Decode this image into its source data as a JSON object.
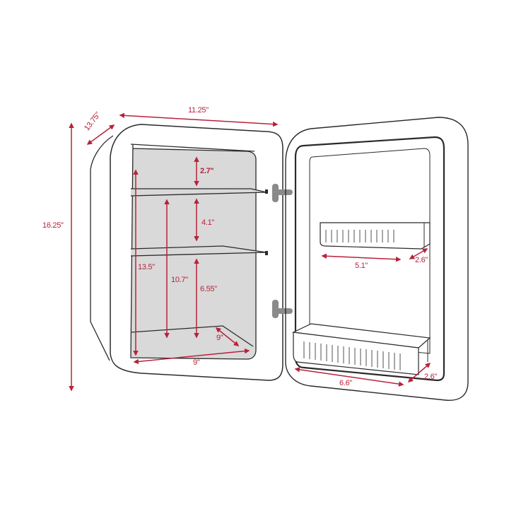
{
  "colors": {
    "dimension_line": "#b8223a",
    "outline": "#2a2a2a",
    "interior_fill": "#d9d9d9",
    "hinge": "#8a8a8a",
    "vent_slots": "#a8a8a8",
    "background": "#ffffff"
  },
  "dimensions": {
    "overall_width": "11.25\"",
    "overall_depth": "13.75\"",
    "overall_height": "16.25\"",
    "interior_height": "13.5\"",
    "below_upper_shelf_height": "10.7\"",
    "bottom_compartment_height": "6.55\"",
    "top_compartment_height": "2.7\"",
    "middle_compartment_height": "4.1\"",
    "interior_depth": "9\"",
    "interior_width": "9\"",
    "door_upper_bin_width": "5.1\"",
    "door_upper_bin_depth": "2.6\"",
    "door_lower_bin_width": "6.6\"",
    "door_lower_bin_depth": "2.6\""
  }
}
